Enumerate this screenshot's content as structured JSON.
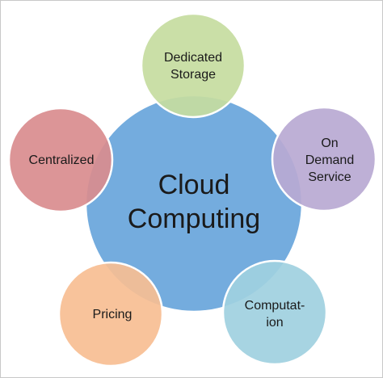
{
  "diagram": {
    "hub": {
      "lines": [
        "Cloud",
        "Computing"
      ],
      "color": "#74ACDE"
    },
    "satellites": [
      {
        "id": "dedicated-storage",
        "lines": [
          "Dedicated",
          "Storage"
        ],
        "color": "#C5DCA0"
      },
      {
        "id": "on-demand-service",
        "lines": [
          "On",
          "Demand",
          "Service"
        ],
        "color": "#B9A9D2"
      },
      {
        "id": "computation",
        "lines": [
          "Computat-",
          "ion"
        ],
        "color": "#9FD0E0"
      },
      {
        "id": "pricing",
        "lines": [
          "Pricing"
        ],
        "color": "#F7BE93"
      },
      {
        "id": "centralized",
        "lines": [
          "Centralized"
        ],
        "color": "#D98C8E"
      }
    ]
  }
}
